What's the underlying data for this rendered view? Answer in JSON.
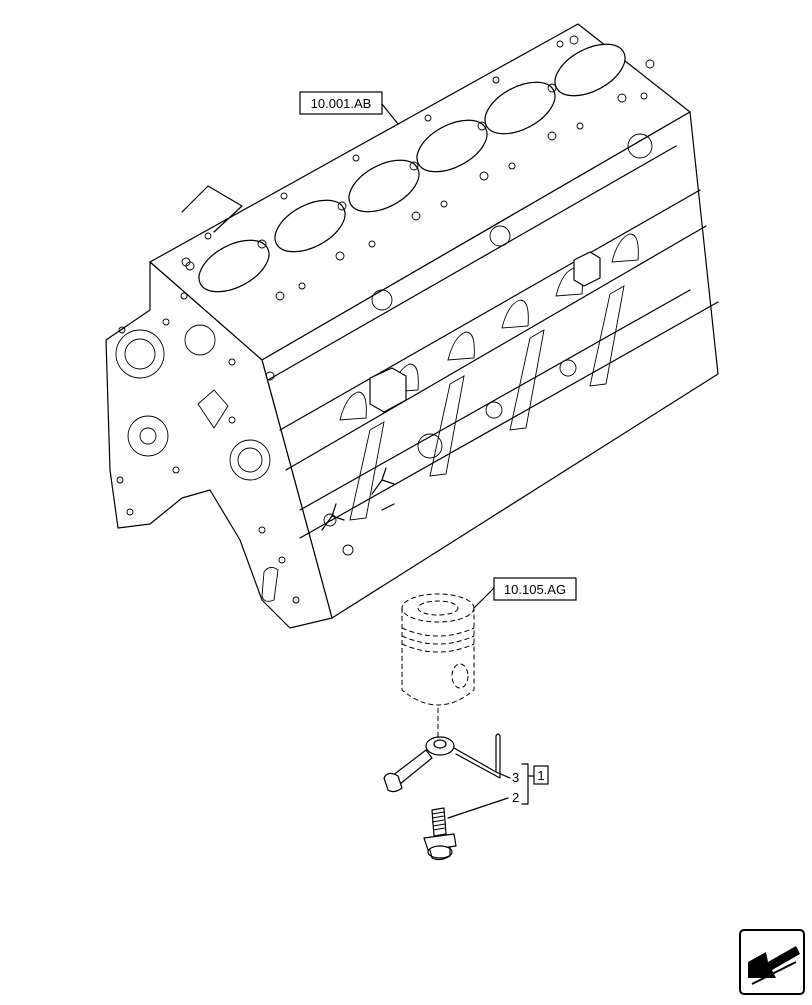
{
  "references": {
    "engine_block": "10.001.AB",
    "piston": "10.105.AG"
  },
  "callouts": {
    "nozzle": "3",
    "bolt": "2",
    "kit": "1"
  },
  "icons": {
    "navigation": "arrow-return-icon"
  }
}
